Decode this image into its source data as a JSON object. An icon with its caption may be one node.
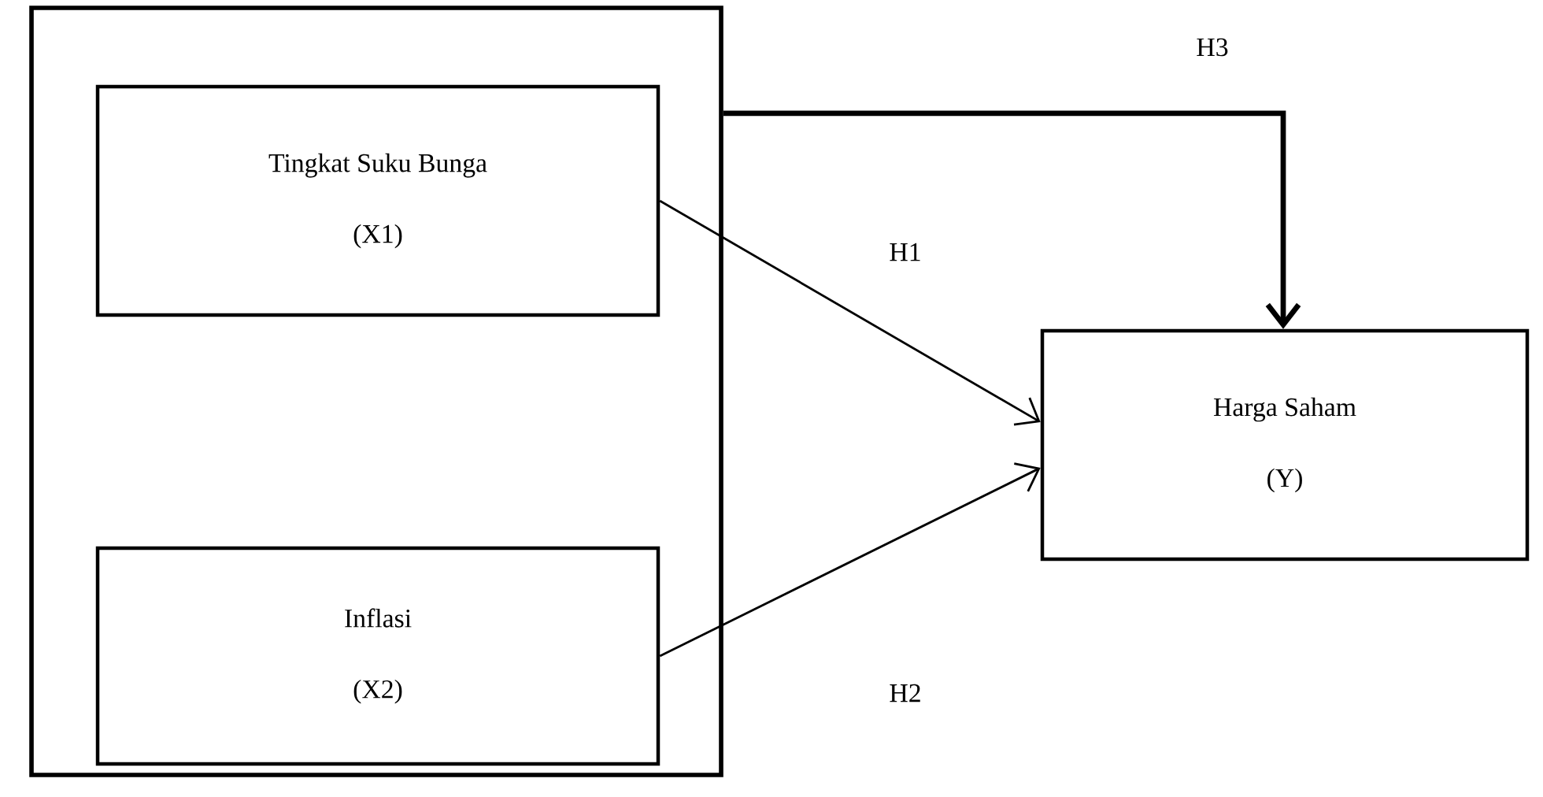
{
  "diagram": {
    "nodes": [
      {
        "text": [],
        "shape": "box"
      },
      {
        "text": [
          "Tingkat Suku Bunga",
          "(X1)"
        ],
        "in": 0
      },
      {
        "text": [
          "Inflasi",
          "(X2)"
        ],
        "in": 0
      },
      {
        "text": [
          "Harga Saham",
          "(Y)"
        ]
      }
    ],
    "edges": [
      {
        "from": 1,
        "to": 3,
        "arrow": "to",
        "label": "H1"
      },
      {
        "from": 2,
        "to": 3,
        "arrow": "to",
        "label": "H2"
      },
      {
        "from": 0,
        "to": 3,
        "arrow": "to",
        "label": "H3",
        "style": "thick"
      }
    ]
  }
}
